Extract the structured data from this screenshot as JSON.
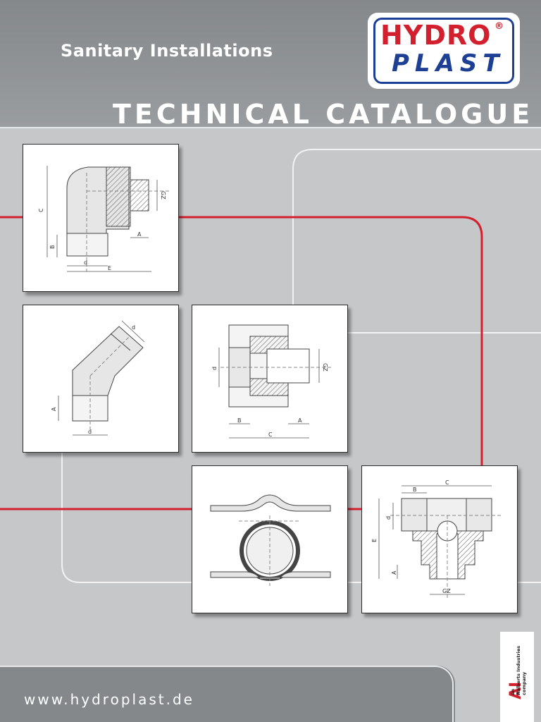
{
  "header": {
    "subtitle": "Sanitary Installations",
    "title": "TECHNICAL CATALOGUE"
  },
  "logo": {
    "line1": "HYDRO",
    "registered": "®",
    "line2": "PLAST"
  },
  "drawings": {
    "elbow90": {
      "C": "C",
      "B": "B",
      "d": "d",
      "E": "E",
      "A": "A",
      "GZ": "GZ"
    },
    "elbow45": {
      "A": "A",
      "d1": "d",
      "d2": "d"
    },
    "adapter": {
      "d": "d",
      "GZ": "GZ",
      "B": "B",
      "A": "A",
      "C": "C"
    },
    "tee": {
      "B": "B",
      "C": "C",
      "d": "d",
      "E": "E",
      "A": "A",
      "GZ": "GZ"
    }
  },
  "footer": {
    "website": "www.hydroplast.de"
  },
  "badge": {
    "mark": "AI",
    "line1": "an",
    "line2": "Aalberts Industries",
    "line3": "company"
  },
  "colors": {
    "header_bg": "#8a8d90",
    "page_bg": "#c5c7c9",
    "accent_red": "#d2202e",
    "logo_blue": "#1d3f94"
  }
}
